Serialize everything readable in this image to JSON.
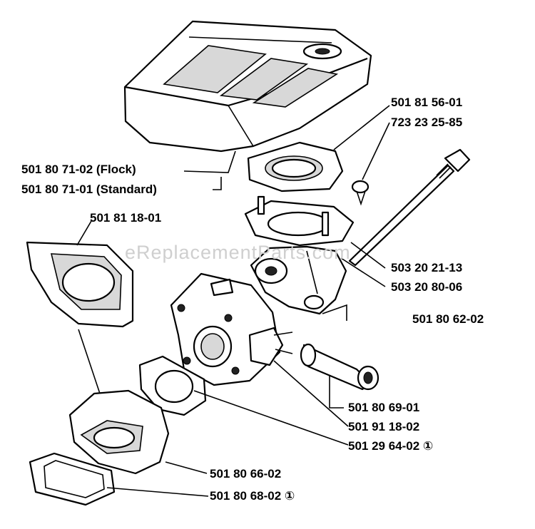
{
  "watermark": "eReplacementParts.com",
  "labels": {
    "p_501815601": "501 81 56-01",
    "p_723232585": "723 23 25-85",
    "p_501807102": "501 80 71-02 (Flock)",
    "p_501807101": "501 80 71-01 (Standard)",
    "p_501811801": "501 81 18-01",
    "p_503202113": "503 20 21-13",
    "p_503208006": "503 20 80-06",
    "p_501806202": "501 80 62-02",
    "p_501806901": "501 80 69-01",
    "p_501911802": "501 91 18-02",
    "p_501296402": "501 29 64-02 ①",
    "p_501806602": "501 80 66-02",
    "p_501806802": "501 80 68-02 ①"
  }
}
